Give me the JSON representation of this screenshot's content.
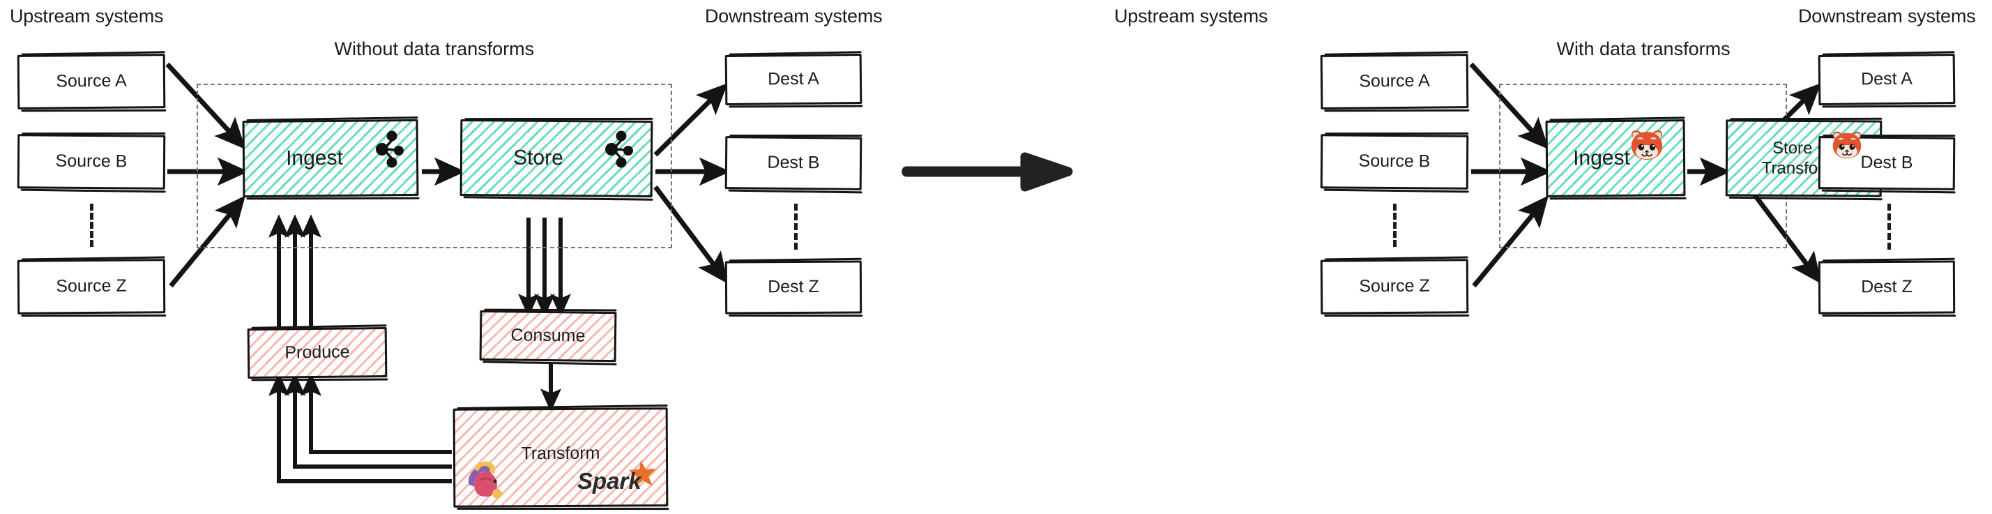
{
  "diagram": {
    "title_type": "architecture-comparison",
    "accent_teal": "#50d8b0",
    "accent_red": "#f48c82",
    "dash_color": "#6b748f",
    "ink": "#141414"
  },
  "left_panel": {
    "upstream_heading": "Upstream systems",
    "downstream_heading": "Downstream systems",
    "panel_title": "Without data transforms",
    "sources": [
      {
        "label": "Source A"
      },
      {
        "label": "Source B"
      },
      {
        "label": "Source Z"
      }
    ],
    "destinations": [
      {
        "label": "Dest A"
      },
      {
        "label": "Dest B"
      },
      {
        "label": "Dest Z"
      }
    ],
    "pipeline": [
      {
        "label": "Ingest",
        "icon": "kafka-icon",
        "style": "teal"
      },
      {
        "label": "Store",
        "icon": "kafka-icon",
        "style": "teal"
      }
    ],
    "external": [
      {
        "label": "Produce",
        "style": "red"
      },
      {
        "label": "Consume",
        "style": "red"
      },
      {
        "label": "Transform",
        "style": "red",
        "icons": [
          "flink-icon",
          "spark-icon"
        ]
      }
    ]
  },
  "right_panel": {
    "upstream_heading": "Upstream systems",
    "downstream_heading": "Downstream systems",
    "panel_title": "With data transforms",
    "sources": [
      {
        "label": "Source A"
      },
      {
        "label": "Source B"
      },
      {
        "label": "Source Z"
      }
    ],
    "destinations": [
      {
        "label": "Dest A"
      },
      {
        "label": "Dest B"
      },
      {
        "label": "Dest Z"
      }
    ],
    "pipeline": [
      {
        "label": "Ingest",
        "icon": "redpanda-icon",
        "style": "teal"
      },
      {
        "label": "Store +\nTransform",
        "label_line1": "Store +",
        "label_line2": "Transform",
        "icon": "redpanda-icon",
        "style": "teal"
      }
    ]
  },
  "transition": {
    "arrow": "big-right-arrow"
  },
  "spark_wordmark": "Spark"
}
